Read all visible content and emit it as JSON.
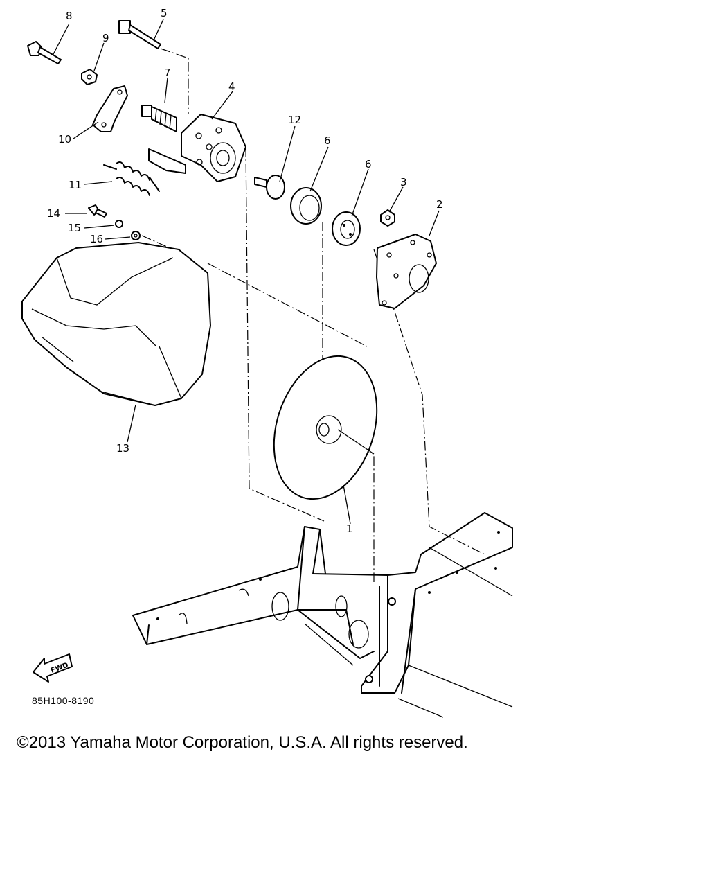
{
  "diagram": {
    "callouts": [
      "1",
      "2",
      "3",
      "4",
      "5",
      "6",
      "6",
      "7",
      "8",
      "9",
      "10",
      "11",
      "12",
      "13",
      "14",
      "15",
      "16"
    ],
    "fwd_label": "FWD",
    "part_code": "85H100-8190"
  },
  "footer": {
    "copyright": "©2013 Yamaha Motor Corporation, U.S.A. All rights reserved."
  }
}
